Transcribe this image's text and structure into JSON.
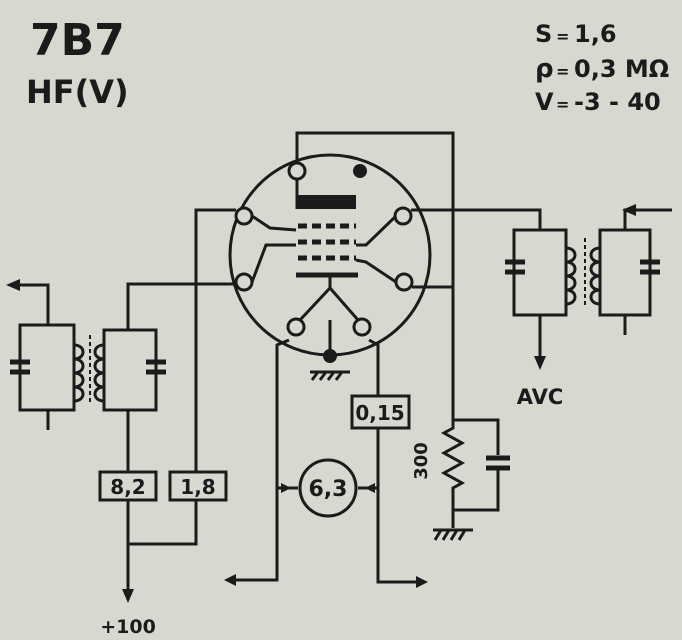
{
  "tube": {
    "type": "7B7",
    "function": "HF(V)"
  },
  "parameters": [
    {
      "symbol": "S",
      "sep": "=",
      "value": "1,6"
    },
    {
      "symbol": "ρ",
      "sep": "=",
      "value": "0,3 MΩ"
    },
    {
      "symbol": "V",
      "sep": "=",
      "value": "-3 - 40"
    }
  ],
  "components": {
    "box_0_15": "0,15",
    "box_8_2": "8,2",
    "box_1_8": "1,8",
    "heater": "6,3",
    "resistor_300": "300"
  },
  "labels": {
    "avc": "AVC",
    "supply": "+100"
  },
  "colors": {
    "ink": "#1b1b1b",
    "paper": "#d9d8d0"
  }
}
